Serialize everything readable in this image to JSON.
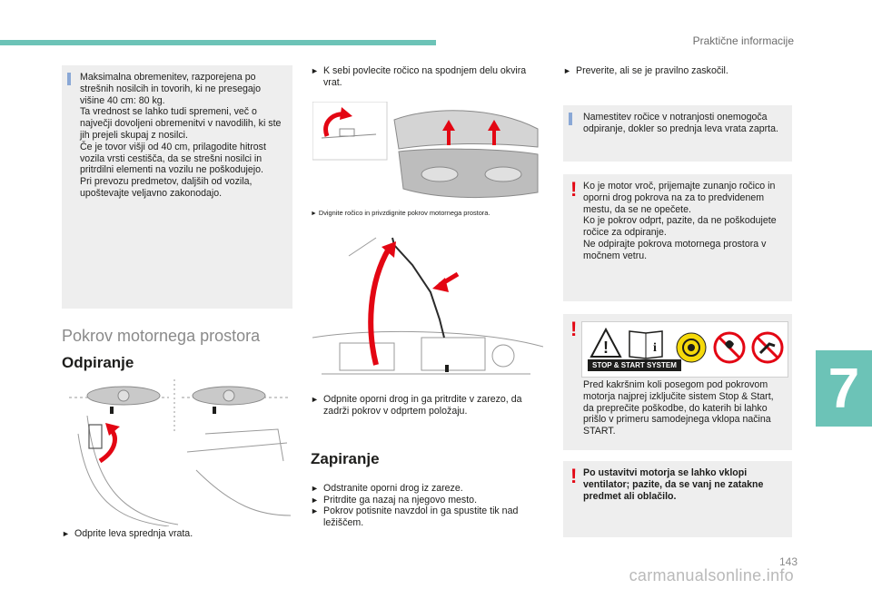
{
  "header": {
    "title": "Praktične informacije"
  },
  "page": {
    "number": "143",
    "chapter": "7",
    "watermark": "carmanualsonline.info"
  },
  "left": {
    "info_box": "Maksimalna obremenitev, razporejena po strešnih nosilcih in tovorih, ki ne presegajo višine 40 cm: 80 kg.\nTa vrednost se lahko tudi spremeni, več o največji dovoljeni obremenitvi v navodilih, ki ste jih prejeli skupaj z nosilci.\nČe je tovor višji od 40 cm, prilagodite hitrost vozila vrsti cestišča, da se strešni nosilci in pritrdilni elementi na vozilu ne poškodujejo.\nPri prevozu predmetov, daljših od vozila, upoštevajte veljavno zakonodajo.",
    "section_title": "Pokrov motornega prostora",
    "subhead": "Odpiranje",
    "step1": "Odprite leva sprednja vrata."
  },
  "middle": {
    "step2": "K sebi povlecite ročico na spodnjem delu okvira vrat.",
    "caption": "Dvignite ročico in privzdignite pokrov motornega prostora.",
    "step3": "Odpnite oporni drog in ga pritrdite v zarezo, da zadrži pokrov v odprtem položaju.",
    "subhead2": "Zapiranje",
    "close_steps": [
      "Odstranite oporni drog iz zareze.",
      "Pritrdite ga nazaj na njegovo mesto.",
      "Pokrov potisnite navzdol in ga spustite tik nad ležiščem."
    ]
  },
  "right": {
    "step4": "Preverite, ali se je pravilno zaskočil.",
    "info2": "Namestitev ročice v notranjosti onemogoča odpiranje, dokler so prednja leva vrata zaprta.",
    "warn1": "Ko je motor vroč, prijemajte zunanjo ročico in oporni drog pokrova na za to predvidenem mestu, da se ne opečete.\nKo je pokrov odprt, pazite, da ne poškodujete ročice za odpiranje.\nNe odpirajte pokrova motornega prostora v močnem vetru.",
    "stop_label": "STOP & START SYSTEM",
    "warn2": "Pred kakršnim koli posegom pod pokrovom motorja najprej izključite sistem Stop & Start, da preprečite poškodbe, do katerih bi lahko prišlo v primeru samodejnega vklopa načina START.",
    "warn3": "Po ustavitvi motorja se lahko vklopi ventilator; pazite, da se vanj ne zatakne predmet ali oblačilo."
  },
  "colors": {
    "accent": "#6cc3b7",
    "warning": "#e30613",
    "box": "#eeeeee",
    "info_mark": "#8aa8d6"
  },
  "icons": {
    "info": "info-mark-icon",
    "warning": "exclamation-icon",
    "bullet": "arrow-bullet-icon"
  }
}
